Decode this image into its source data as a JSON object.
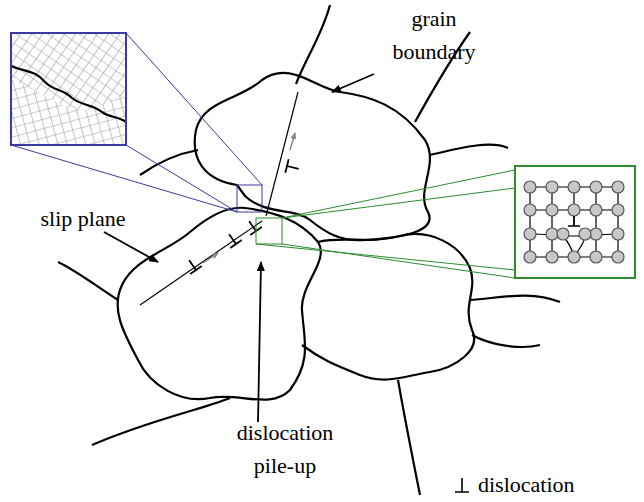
{
  "diagram": {
    "labels": [
      "grain boundary",
      "slip plane",
      "dislocation pile-up"
    ],
    "legend": [
      {
        "text": "dislocation"
      }
    ]
  }
}
